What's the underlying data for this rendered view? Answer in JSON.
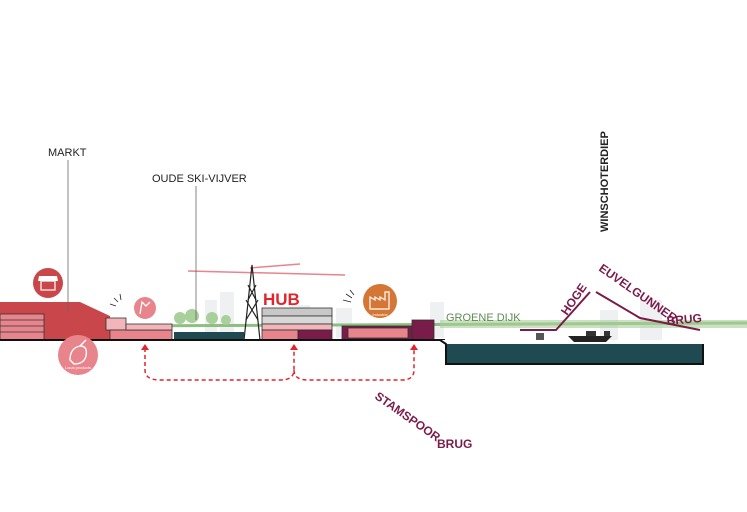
{
  "labels": {
    "markt": "MARKT",
    "oude_ski_vijver": "OUDE SKI-VIJVER",
    "hub": "HUB",
    "groene_dijk": "GROENE DIJK",
    "winschoterdiep": "WINSCHOTERDIEP",
    "hoge": "HOGE",
    "euvelgunner": "EUVELGUNNER",
    "brug_right": "BRUG",
    "stamspoor": "STAMSPOOR",
    "brug_bottom": "BRUG",
    "local_products": "Local products",
    "industry": "Industrie"
  },
  "colors": {
    "red": "#c9474a",
    "pink": "#e8848b",
    "purple": "#7a1c4a",
    "orange": "#d47634",
    "water": "#1f4a52",
    "green": "#8fbf80",
    "ground": "#111111",
    "dashed": "#e2252b"
  },
  "icons": [
    "market-stall-icon",
    "leaf-bag-icon",
    "factory-icon",
    "vendor-icon"
  ]
}
